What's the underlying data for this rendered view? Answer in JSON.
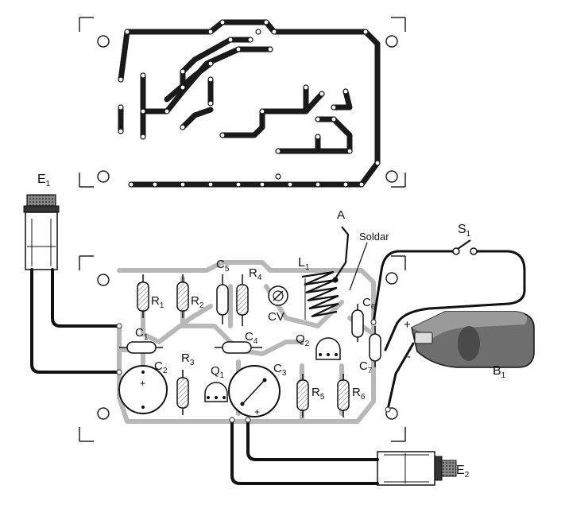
{
  "labels": {
    "e1": "E",
    "e1_sub": "1",
    "e2": "E",
    "e2_sub": "2",
    "s1": "S",
    "s1_sub": "1",
    "b1": "B",
    "b1_sub": "1",
    "l1": "L",
    "l1_sub": "1",
    "a": "A",
    "soldar": "Soldar",
    "cv": "CV",
    "r1": "R",
    "r1_sub": "1",
    "r2": "R",
    "r2_sub": "2",
    "r3": "R",
    "r3_sub": "3",
    "r4": "R",
    "r4_sub": "4",
    "r5": "R",
    "r5_sub": "5",
    "r6": "R",
    "r6_sub": "6",
    "c1": "C",
    "c1_sub": "1",
    "c2": "C",
    "c2_sub": "2",
    "c3": "C",
    "c3_sub": "3",
    "c4": "C",
    "c4_sub": "4",
    "c5": "C",
    "c5_sub": "5",
    "c6": "C",
    "c6_sub": "6",
    "c7": "C",
    "c7_sub": "7",
    "q1": "Q",
    "q1_sub": "1",
    "q2": "Q",
    "q2_sub": "2",
    "plus": "+",
    "minus": "-"
  },
  "colors": {
    "ink": "#111111",
    "board_outline": "#b8b8b8",
    "trace": "#1a1a1a",
    "pad": "#ffffff"
  }
}
